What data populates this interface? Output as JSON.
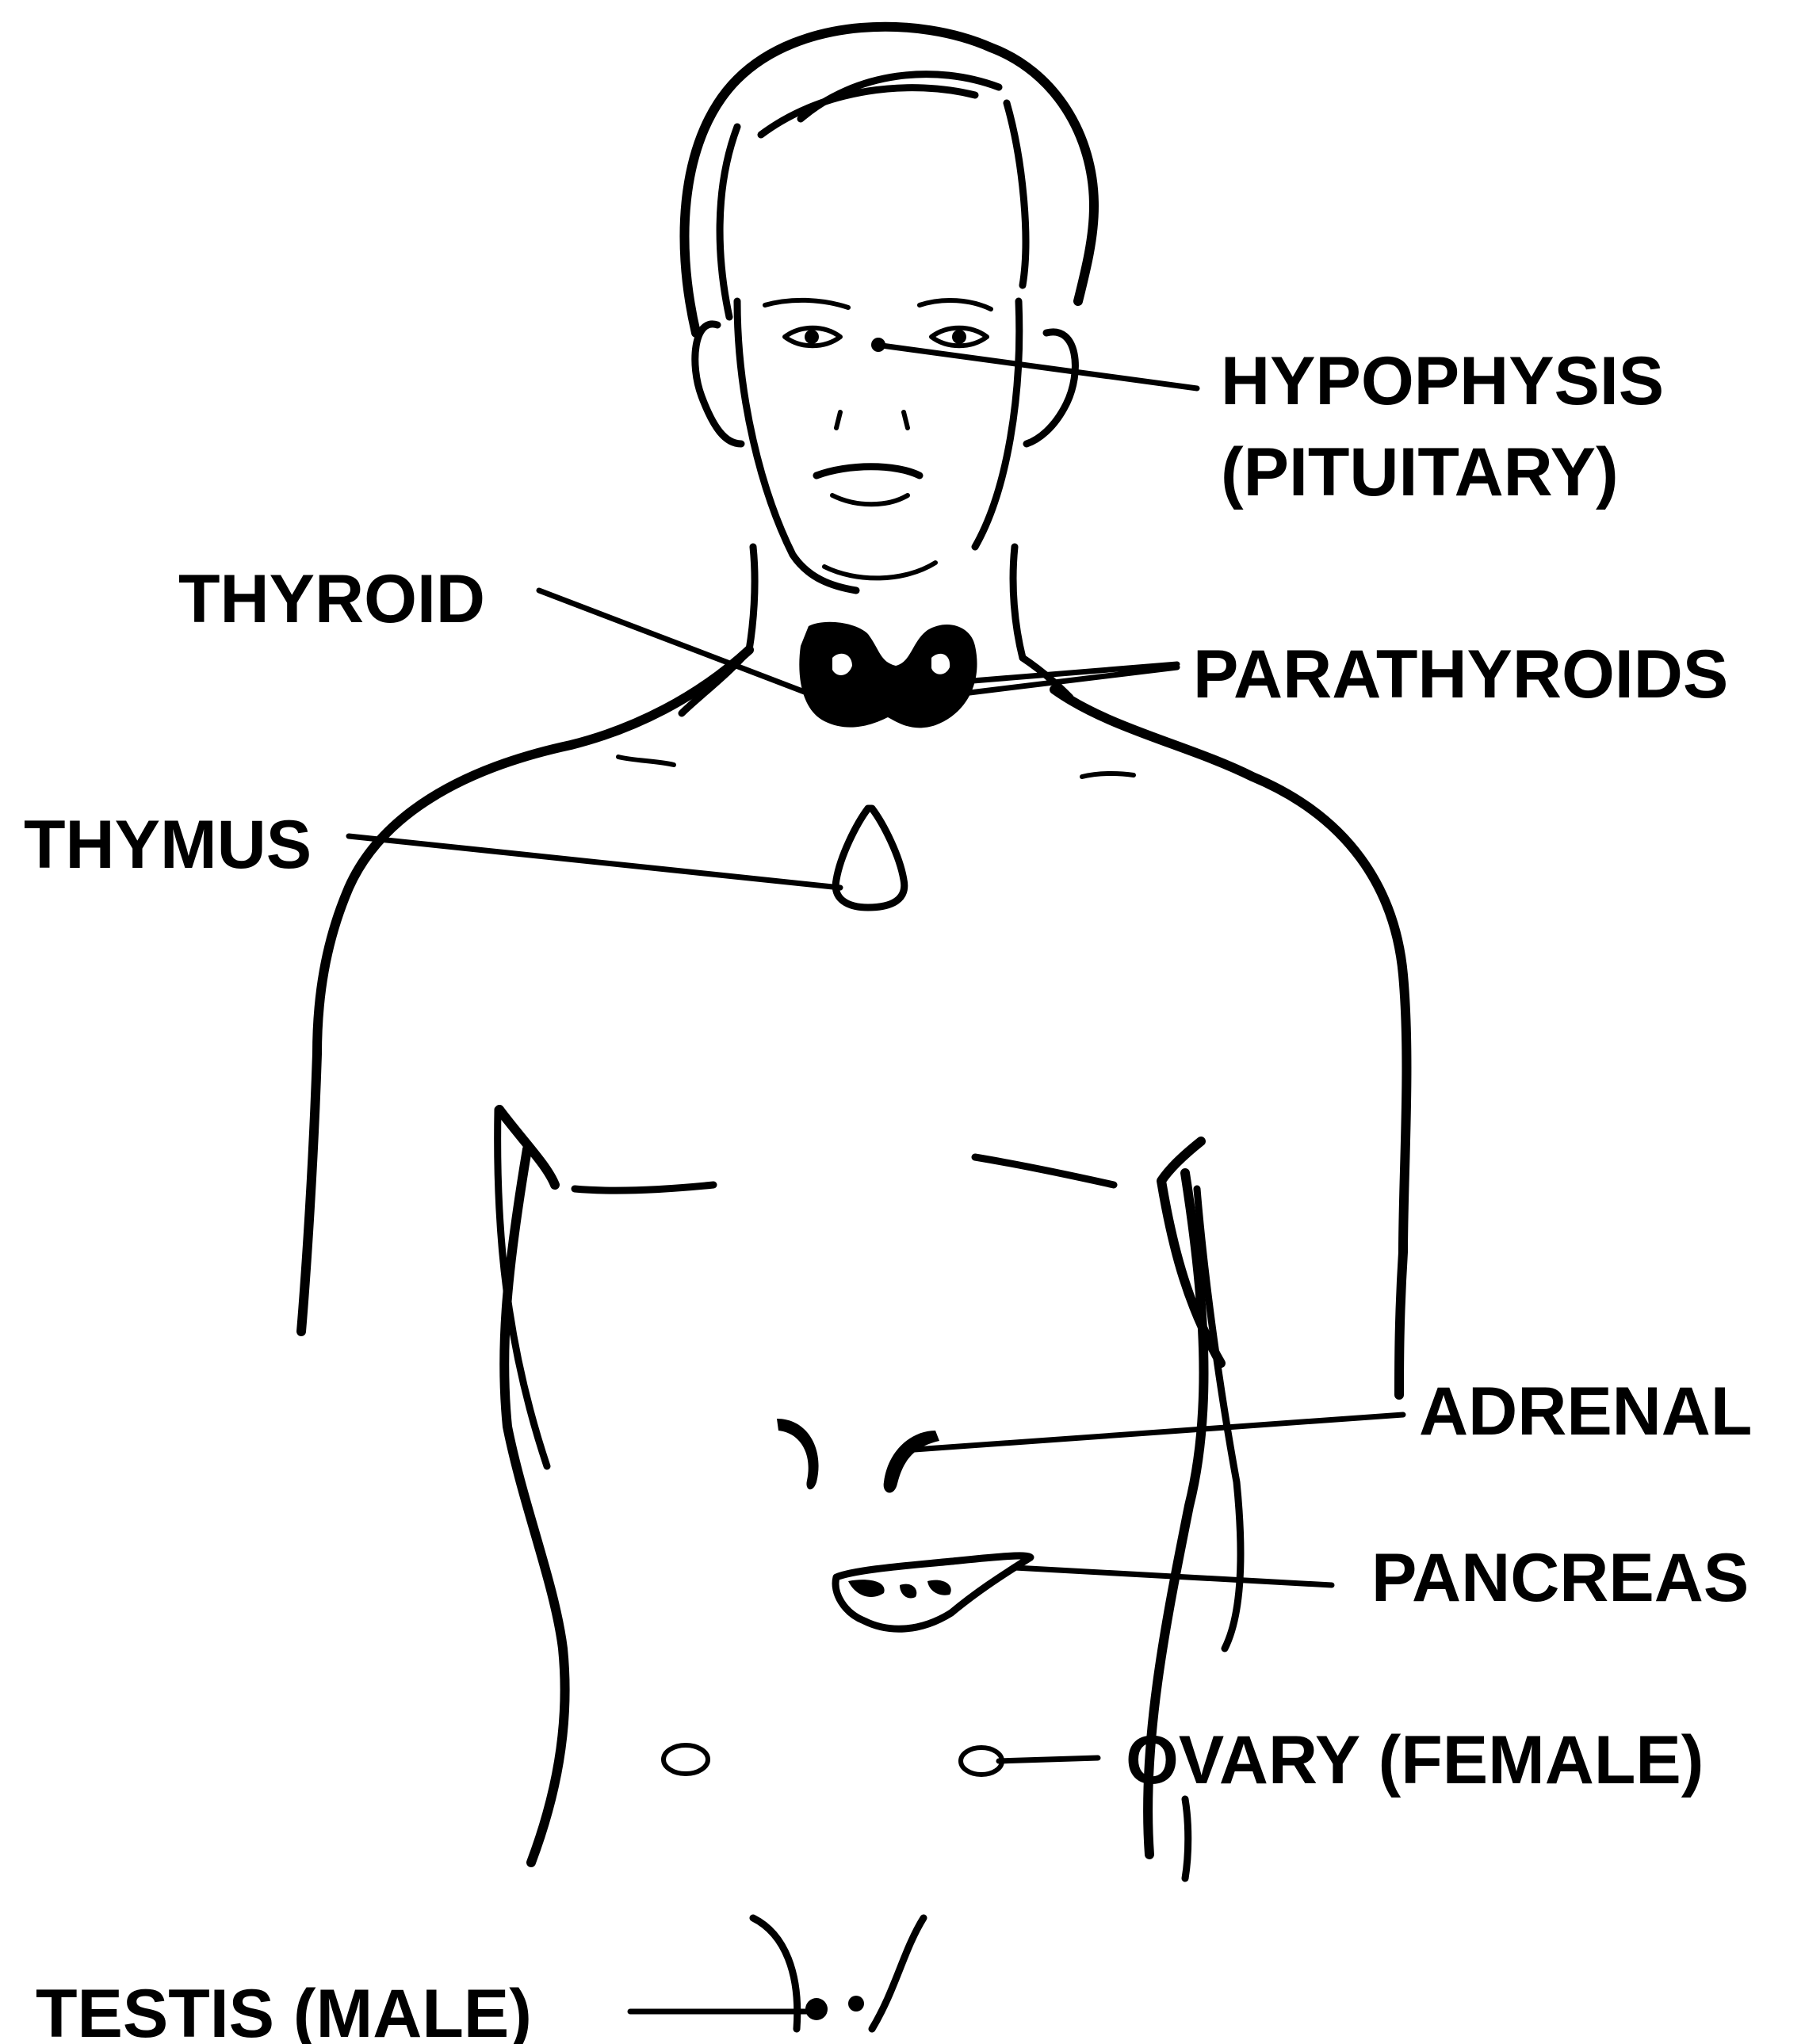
{
  "diagram": {
    "labels": {
      "hypophysis": "HYPOPHYSIS",
      "pituitary": "(PITUITARY)",
      "thyroid": "THYROID",
      "parathyroids": "PARATHYROIDS",
      "thymus": "THYMUS",
      "adrenal": "ADRENAL",
      "pancreas": "PANCREAS",
      "ovary": "OVARY (FEMALE)",
      "testis": "TESTIS (MALE)"
    }
  },
  "colors": {
    "ink": "#000000",
    "background": "#ffffff"
  }
}
